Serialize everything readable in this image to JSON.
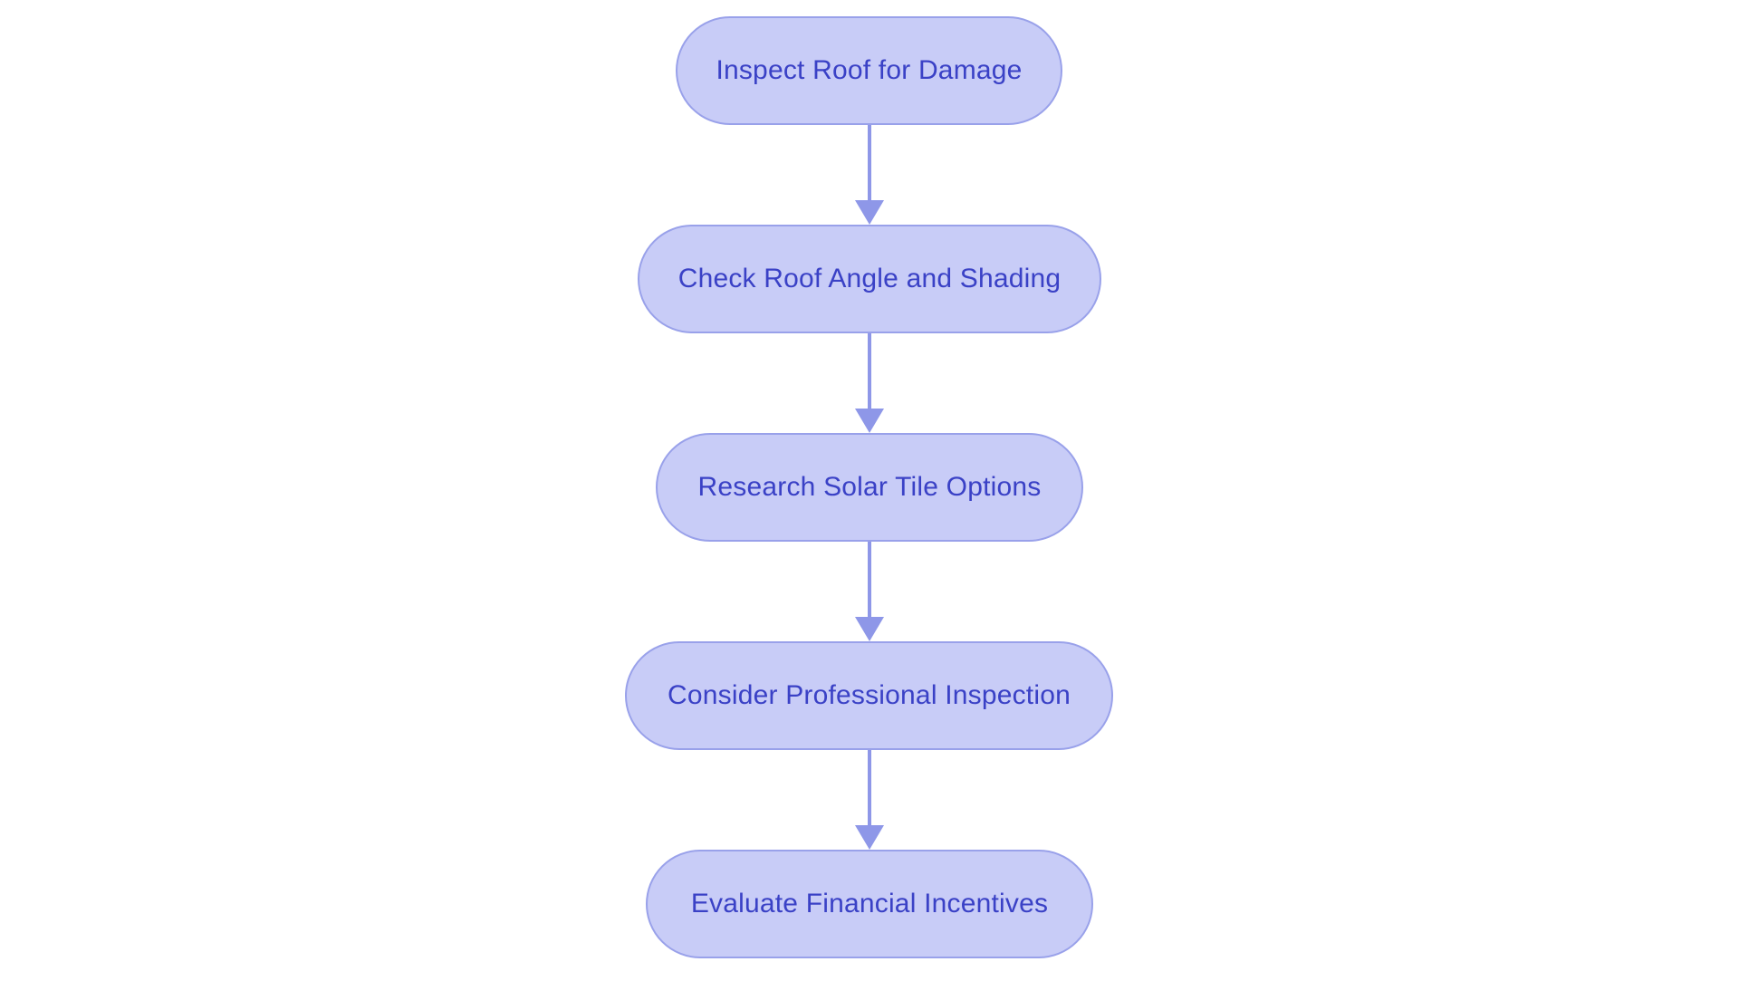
{
  "diagram": {
    "type": "flowchart",
    "direction": "top-down",
    "background_color": "#ffffff",
    "node_fill_color": "#c8ccf7",
    "node_border_color": "#99a1ea",
    "node_text_color": "#3a41c6",
    "arrow_color": "#8e97e8",
    "nodes": [
      {
        "id": 1,
        "label": "Inspect Roof for Damage"
      },
      {
        "id": 2,
        "label": "Check Roof Angle and Shading"
      },
      {
        "id": 3,
        "label": "Research Solar Tile Options"
      },
      {
        "id": 4,
        "label": "Consider Professional Inspection"
      },
      {
        "id": 5,
        "label": "Evaluate Financial Incentives"
      }
    ],
    "edges": [
      {
        "from": 1,
        "to": 2
      },
      {
        "from": 2,
        "to": 3
      },
      {
        "from": 3,
        "to": 4
      },
      {
        "from": 4,
        "to": 5
      }
    ]
  }
}
